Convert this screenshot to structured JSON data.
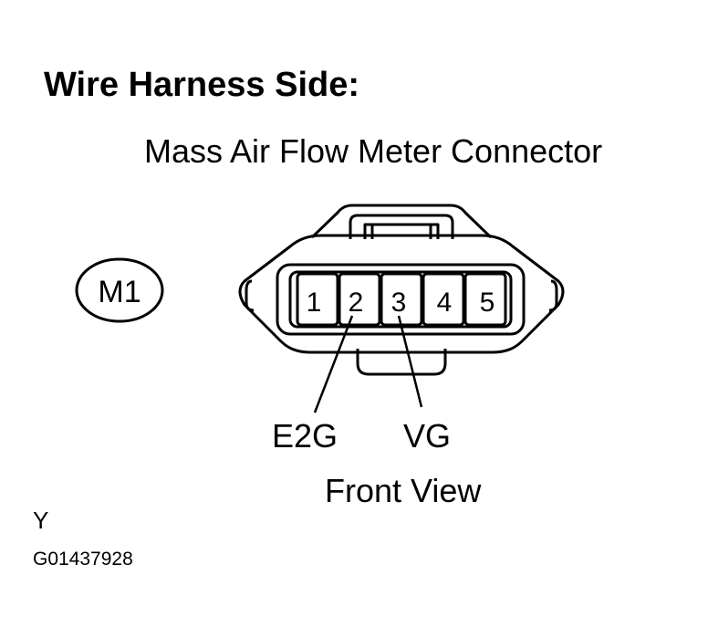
{
  "heading": "Wire Harness Side:",
  "subtitle": "Mass Air Flow Meter Connector",
  "connector_id": "M1",
  "pins": [
    "1",
    "2",
    "3",
    "4",
    "5"
  ],
  "wire_labels": {
    "pin2": "E2G",
    "pin3": "VG"
  },
  "view_label": "Front View",
  "footer_letter": "Y",
  "figure_code": "G01437928",
  "colors": {
    "ink": "#000000",
    "background": "#ffffff"
  }
}
